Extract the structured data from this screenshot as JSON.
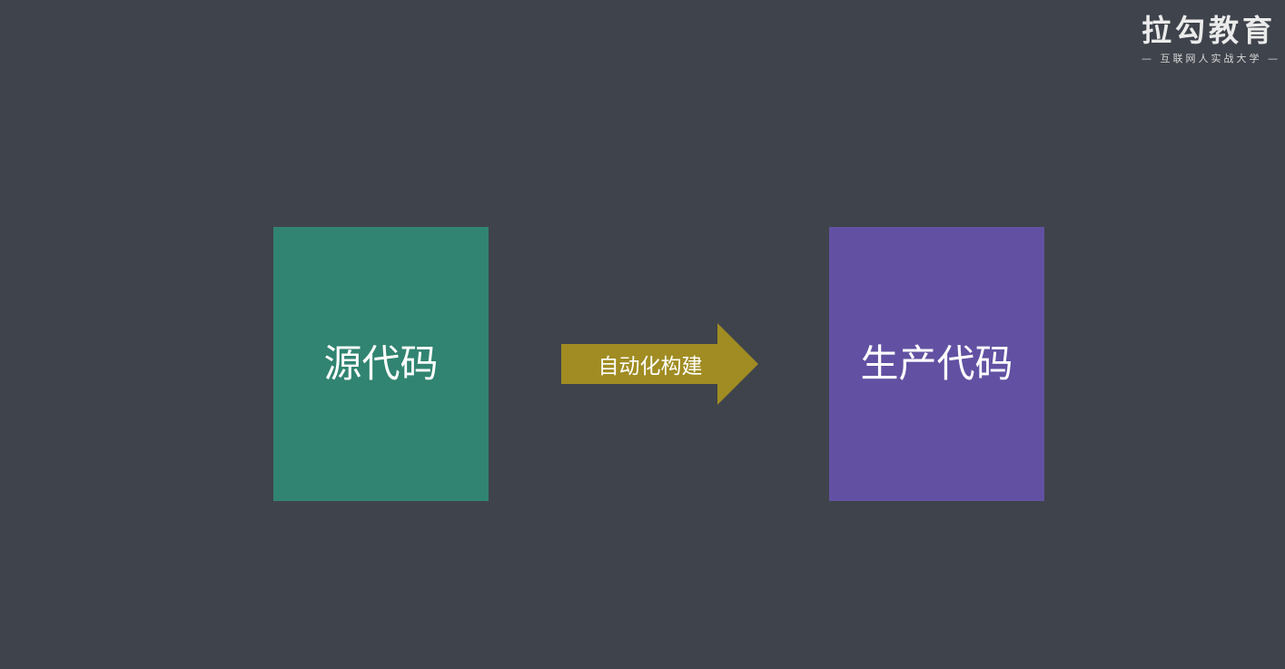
{
  "logo": {
    "title": "拉勾教育",
    "tagline": "— 互联网人实战大学 —"
  },
  "diagram": {
    "source_box": {
      "label": "源代码",
      "color": "#318471"
    },
    "arrow": {
      "label": "自动化构建",
      "color": "#a08c22"
    },
    "output_box": {
      "label": "生产代码",
      "color": "#6251a2"
    }
  },
  "colors": {
    "background": "#3f434b",
    "text": "#ffffff"
  }
}
